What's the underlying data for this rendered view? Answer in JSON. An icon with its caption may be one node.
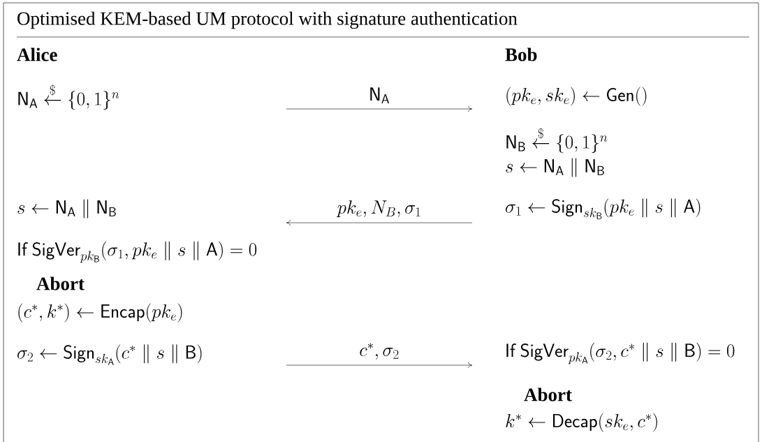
{
  "diagram": {
    "title": "Optimised KEM-based UM protocol with signature authentication",
    "labels": [
      "Alice",
      "Bob",
      "\\mathsf{N_A} \\overset{\\$}{\\leftarrow} \\{0,1\\}^n",
      "\\mathsf{N_A}",
      "(pk_e, sk_e) \\leftarrow \\mathsf{Gen}()",
      "\\mathsf{N_B} \\overset{\\$}{\\leftarrow} \\{0,1\\}^n",
      "s \\leftarrow \\mathsf{N_A} \\parallel \\mathsf{N_B}",
      "s \\leftarrow \\mathsf{N_A} \\parallel \\mathsf{N_B}",
      "pk_e, N_B, \\sigma_1",
      "\\sigma_1 \\leftarrow \\mathsf{Sign}_{sk_{\\mathsf{B}}}(pk_e \\parallel s \\parallel \\mathsf{A})",
      "\\mathsf{If}\\ \\mathsf{SigVer}_{pk_{\\mathsf{B}}}(\\sigma_1, pk_e \\parallel s \\parallel \\mathsf{A}) = 0",
      "Abort",
      "(c^*, k^*) \\leftarrow \\mathsf{Encap}(pk_e)",
      "\\sigma_2 \\leftarrow \\mathsf{Sign}_{sk_{\\mathsf{A}}}(c^* \\parallel s \\parallel \\mathsf{B})",
      "c^*, \\sigma_2",
      "\\mathsf{If}\\ \\mathsf{SigVer}_{pk_{\\mathsf{A}}}(\\sigma_2, c^* \\parallel s \\parallel \\mathsf{B}) = 0",
      "Abort",
      "k^* \\leftarrow \\mathsf{Decap}(sk_e, c^*)"
    ]
  }
}
